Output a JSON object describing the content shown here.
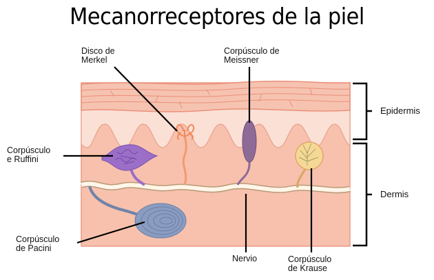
{
  "title": "Mecanorreceptores de la piel",
  "labels": {
    "merkel": {
      "line1": "Disco de",
      "line2": "Merkel"
    },
    "meissner": {
      "line1": "Corpúsculo de",
      "line2": "Meissner"
    },
    "ruffini": {
      "line1": "Corpúsculo",
      "line2": "e Ruffini"
    },
    "pacini": {
      "line1": "Corpúsculo",
      "line2": "de Pacini"
    },
    "nervio": {
      "line1": "Nervio"
    },
    "krause": {
      "line1": "Corpúsculo",
      "line2": "de Krause"
    }
  },
  "layers": {
    "epidermis": "Epidermis",
    "dermis": "Dermis"
  },
  "colors": {
    "stratum_corneum": "#f6c3b0",
    "epidermis_lower": "#fbe0d6",
    "dermis": "#f7c1ad",
    "outline": "#e9907a",
    "nerve": "#fff6e8",
    "nerve_edge": "#b89a78",
    "ruffini": "#9b6ec8",
    "merkel": "#f39a6d",
    "meissner": "#8e6a97",
    "krause": "#f6d896",
    "pacini": "#7f93b8"
  }
}
